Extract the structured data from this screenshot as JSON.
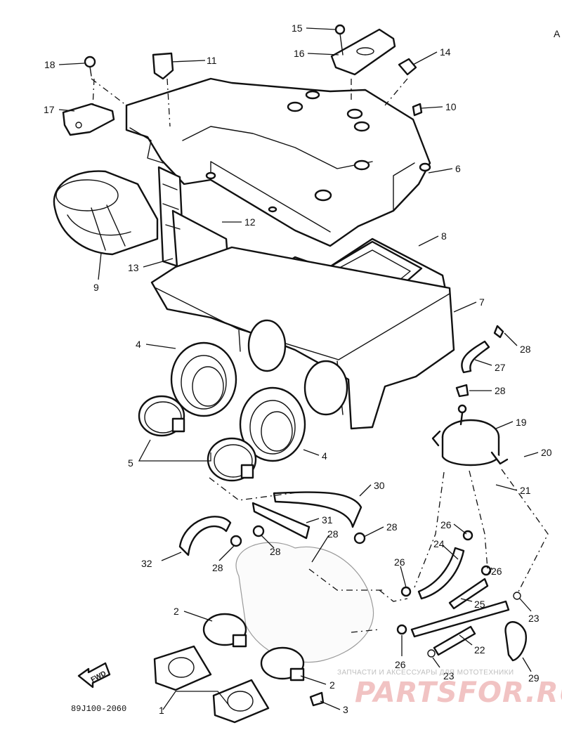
{
  "diagram": {
    "code": "89J100-2060",
    "fwd_label": "FWD",
    "corner_glyph": "A",
    "colors": {
      "ink": "#111111",
      "paper": "#ffffff",
      "watermark": "#cd2828"
    }
  },
  "callouts": [
    {
      "id": "c15",
      "text": "15"
    },
    {
      "id": "c16",
      "text": "16"
    },
    {
      "id": "c14",
      "text": "14"
    },
    {
      "id": "c18",
      "text": "18"
    },
    {
      "id": "c11",
      "text": "11"
    },
    {
      "id": "c10",
      "text": "10"
    },
    {
      "id": "c17",
      "text": "17"
    },
    {
      "id": "c6",
      "text": "6"
    },
    {
      "id": "c12",
      "text": "12"
    },
    {
      "id": "c8",
      "text": "8"
    },
    {
      "id": "c13",
      "text": "13"
    },
    {
      "id": "c9",
      "text": "9"
    },
    {
      "id": "c7",
      "text": "7"
    },
    {
      "id": "c4a",
      "text": "4"
    },
    {
      "id": "c28a",
      "text": "28"
    },
    {
      "id": "c27",
      "text": "27"
    },
    {
      "id": "c28b",
      "text": "28"
    },
    {
      "id": "c19",
      "text": "19"
    },
    {
      "id": "c5",
      "text": "5"
    },
    {
      "id": "c4b",
      "text": "4"
    },
    {
      "id": "c20",
      "text": "20"
    },
    {
      "id": "c21",
      "text": "21"
    },
    {
      "id": "c30",
      "text": "30"
    },
    {
      "id": "c31",
      "text": "31"
    },
    {
      "id": "c28c",
      "text": "28"
    },
    {
      "id": "c26a",
      "text": "26"
    },
    {
      "id": "c28d",
      "text": "28"
    },
    {
      "id": "c28e",
      "text": "28"
    },
    {
      "id": "c24",
      "text": "24"
    },
    {
      "id": "c32",
      "text": "32"
    },
    {
      "id": "c28f",
      "text": "28"
    },
    {
      "id": "c26b",
      "text": "26"
    },
    {
      "id": "c26c",
      "text": "26"
    },
    {
      "id": "c25",
      "text": "25"
    },
    {
      "id": "c23a",
      "text": "23"
    },
    {
      "id": "c2a",
      "text": "2"
    },
    {
      "id": "c22",
      "text": "22"
    },
    {
      "id": "c26d",
      "text": "26"
    },
    {
      "id": "c23b",
      "text": "23"
    },
    {
      "id": "c29",
      "text": "29"
    },
    {
      "id": "c2b",
      "text": "2"
    },
    {
      "id": "c1",
      "text": "1"
    },
    {
      "id": "c3",
      "text": "3"
    }
  ],
  "watermark": {
    "tagline": "ЗАПЧАСТИ И АКСЕССУАРЫ ДЛЯ МОТОТЕХНИКИ",
    "logo": "PARTSFOR.RU"
  }
}
